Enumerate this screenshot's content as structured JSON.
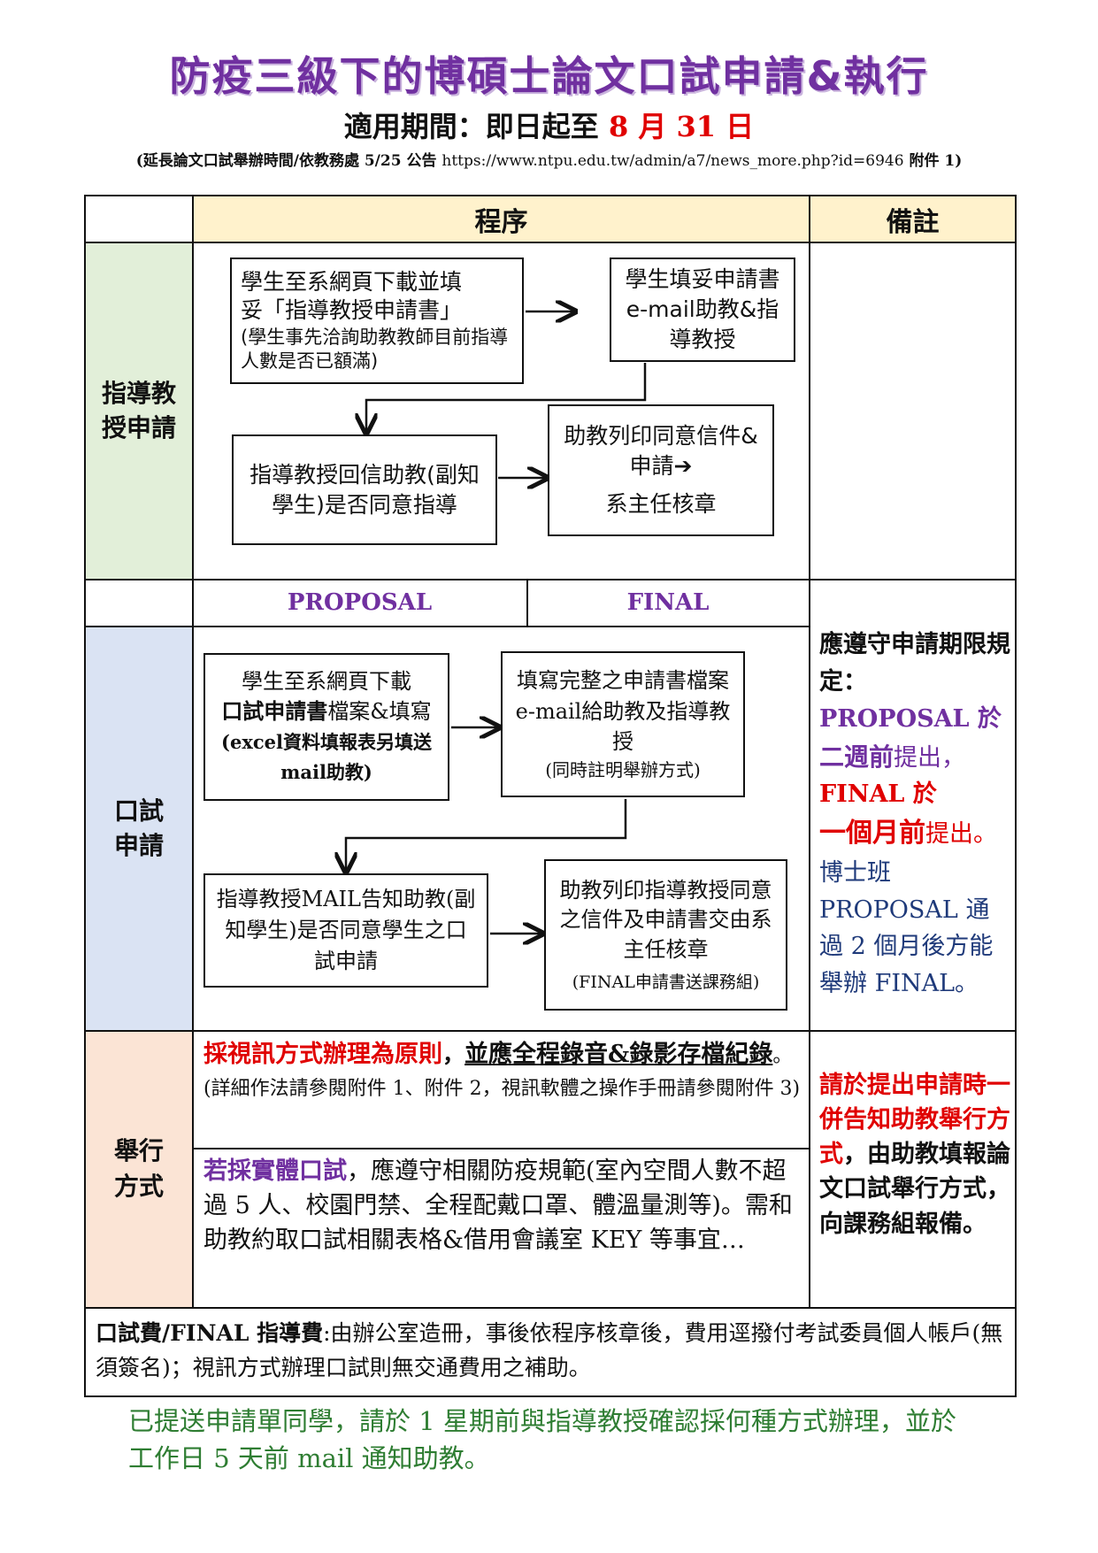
{
  "title": "防疫三級下的博碩士論文口試申請&執行",
  "period": {
    "prefix": "適用期間：即日起至 ",
    "date": "8 月 31 日"
  },
  "note": {
    "prefix": "(延長論文口試舉辦時間/依教務處 5/25 公告 ",
    "url": "https://www.ntpu.edu.tw/admin/a7/news_more.php?id=6946",
    "suffix": " 附件 1)"
  },
  "table": {
    "header_procedure": "程序",
    "header_remarks": "備註",
    "advisor": {
      "label": "指導教授申請",
      "box1_line1": "學生至系網頁下載並填",
      "box1_line2": "妥「指導教授申請書」",
      "box1_small": "(學生事先洽詢助教教師目前指導人數是否已額滿)",
      "box2": "學生填妥申請書 e-mail助教&指導教授",
      "box3": "指導教授回信助教(副知學生)是否同意指導",
      "box4_line1": "助教列印同意信件&申請➔",
      "box4_line2": "系主任核章"
    },
    "oral": {
      "label": "口試申請",
      "col_proposal": "PROPOSAL",
      "col_final": "FINAL",
      "box1_a": "學生至系網頁下載",
      "box1_b": "口試申請書",
      "box1_c": "檔案&填寫",
      "box1_d": "(excel資料填報表另填送mail助教)",
      "box2_main": "填寫完整之申請書檔案e-mail給助教及指導教授",
      "box2_small": "(同時註明舉辦方式)",
      "box3": "指導教授MAIL告知助教(副知學生)是否同意學生之口試申請",
      "box4_main": "助教列印指導教授同意之信件及申請書交由系主任核章",
      "box4_small": "(FINAL申請書送課務組)",
      "remark": {
        "head": "應遵守申請期限規定：",
        "p1": "PROPOSAL 於",
        "p2_red": "二週前",
        "p2_rest": "提出，",
        "f1_red": "FINAL 於",
        "f1_big": "一個月前",
        "f1_rest": "提出。",
        "phd": "博士班",
        "phd2": "PROPOSAL 通過 2 個月後方能舉辦 FINAL。"
      }
    },
    "method": {
      "label": "舉行方式",
      "video_red": "採視訊方式辦理為原則",
      "video_comma": "，",
      "video_ul": "並應全程錄音&錄影存檔紀錄",
      "video_rest": "。(詳細作法請參閱附件 1、附件 2，視訊軟體之操作手冊請參閱附件 3)",
      "physical_red": "若採實體口試",
      "physical_rest": "，應遵守相關防疫規範(室內空間人數不超過 5 人、校園門禁、全程配戴口罩、體溫量測等)。需和助教約取口試相關表格&借用會議室 KEY 等事宜…",
      "remark_red": "請於提出申請時一併告知助教舉行方式",
      "remark_rest": "，由助教填報論文口試舉行方式，向課務組報備。"
    },
    "fee_bold": "口試費/FINAL 指導費",
    "fee_rest": ":由辦公室造冊，事後依程序核章後，費用逕撥付考試委員個人帳戶(無須簽名)；視訊方式辦理口試則無交通費用之補助。"
  },
  "footer": "已提送申請單同學，請於 1 星期前與指導教授確認採何種方式辦理，並於工作日 5 天前 mail 通知助教。",
  "colors": {
    "title": "#7030a0",
    "header_bg": "#fff2cc",
    "row1_bg": "#e2efd9",
    "row2_bg": "#dae3f3",
    "row3_bg": "#fbe4d5",
    "red": "#e00000",
    "footer": "#2e7d32"
  }
}
